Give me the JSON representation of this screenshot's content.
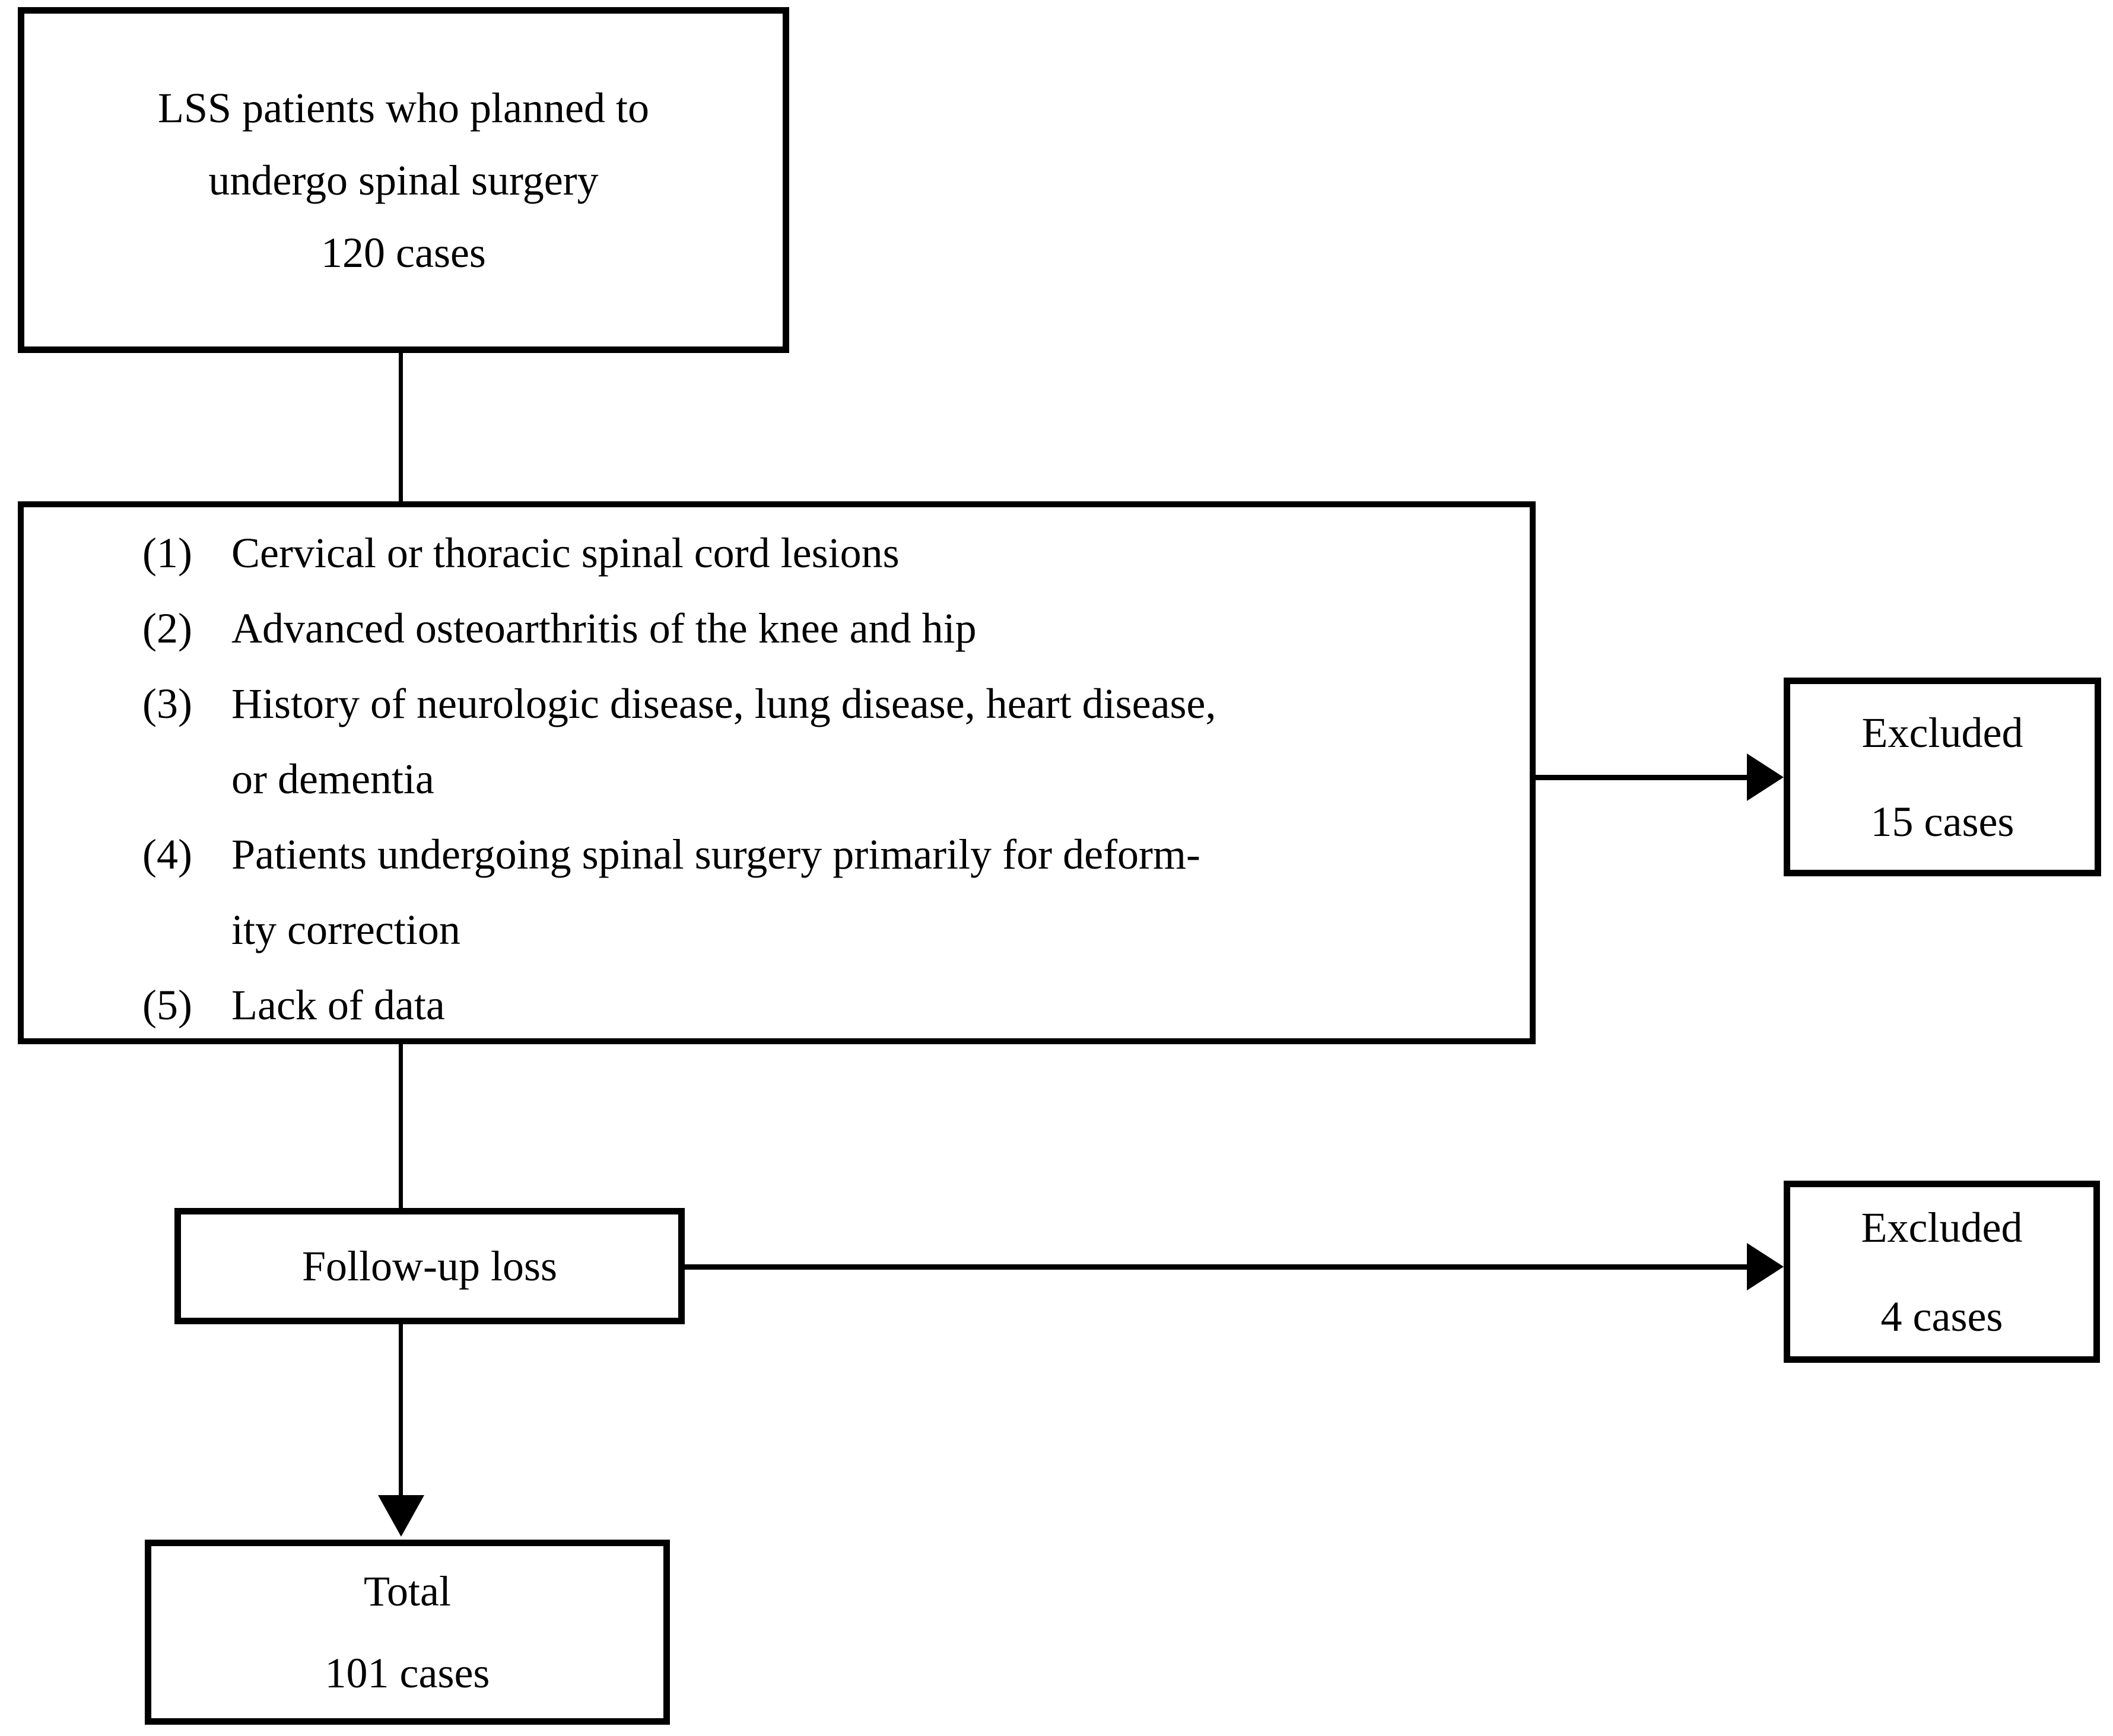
{
  "figure": {
    "type": "flowchart",
    "background_color": "#ffffff",
    "ink_color": "#000000"
  },
  "source_box": {
    "text": "LSS patients who planned to\nundergo spinal surgery\n120 cases"
  },
  "exclusion_box": {
    "items": [
      {
        "num": "(1)",
        "text": "Cervical or thoracic spinal cord lesions"
      },
      {
        "num": "(2)",
        "text": "Advanced osteoarthritis of the knee and hip"
      },
      {
        "num": "(3)",
        "text": "History of neurologic disease, lung disease, heart disease,\nor dementia"
      },
      {
        "num": "(4)",
        "text": "Patients undergoing spinal surgery primarily for deform-\nity correction"
      },
      {
        "num": "(5)",
        "text": "Lack of data"
      }
    ]
  },
  "excluded_box_1": {
    "text": "Excluded\n15 cases"
  },
  "followup_box": {
    "text": "Follow-up loss"
  },
  "excluded_box_2": {
    "text": "Excluded\n4 cases"
  },
  "total_box": {
    "text": "Total\n101 cases"
  }
}
